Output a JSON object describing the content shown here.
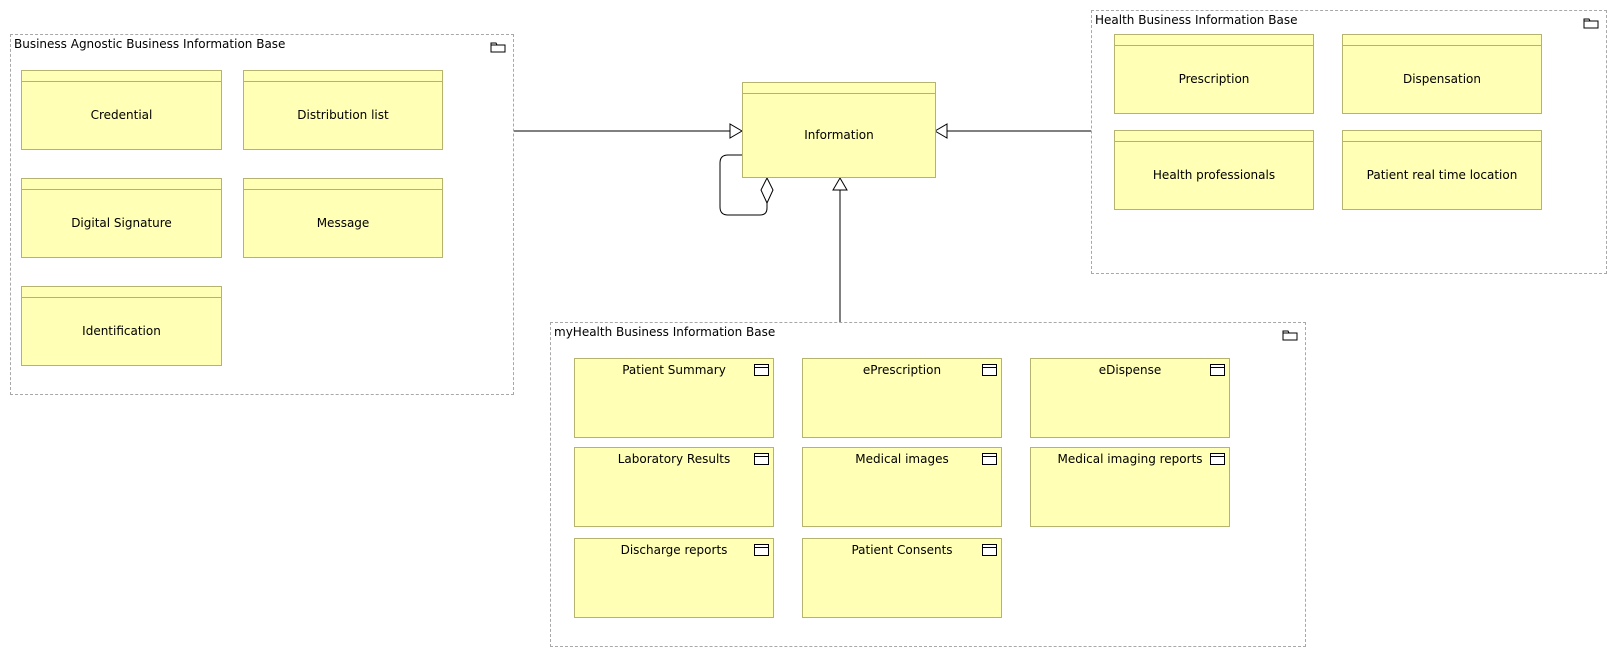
{
  "information": {
    "label": "Information"
  },
  "groups": {
    "agnostic": {
      "title": "Business Agnostic Business Information Base",
      "items": [
        "Credential",
        "Distribution list",
        "Digital Signature",
        "Message",
        "Identification"
      ]
    },
    "health": {
      "title": "Health Business Information Base",
      "items": [
        "Prescription",
        "Dispensation",
        "Health professionals",
        "Patient real time location"
      ]
    },
    "myhealth": {
      "title": "myHealth Business Information Base",
      "items": [
        "Patient Summary",
        "ePrescription",
        "eDispense",
        "Laboratory Results",
        "Medical images",
        "Medical imaging reports",
        "Discharge reports",
        "Patient Consents"
      ]
    }
  },
  "colors": {
    "object_fill": "#ffffb5",
    "object_border": "#b5b36e",
    "group_border": "#a8a8a8"
  }
}
